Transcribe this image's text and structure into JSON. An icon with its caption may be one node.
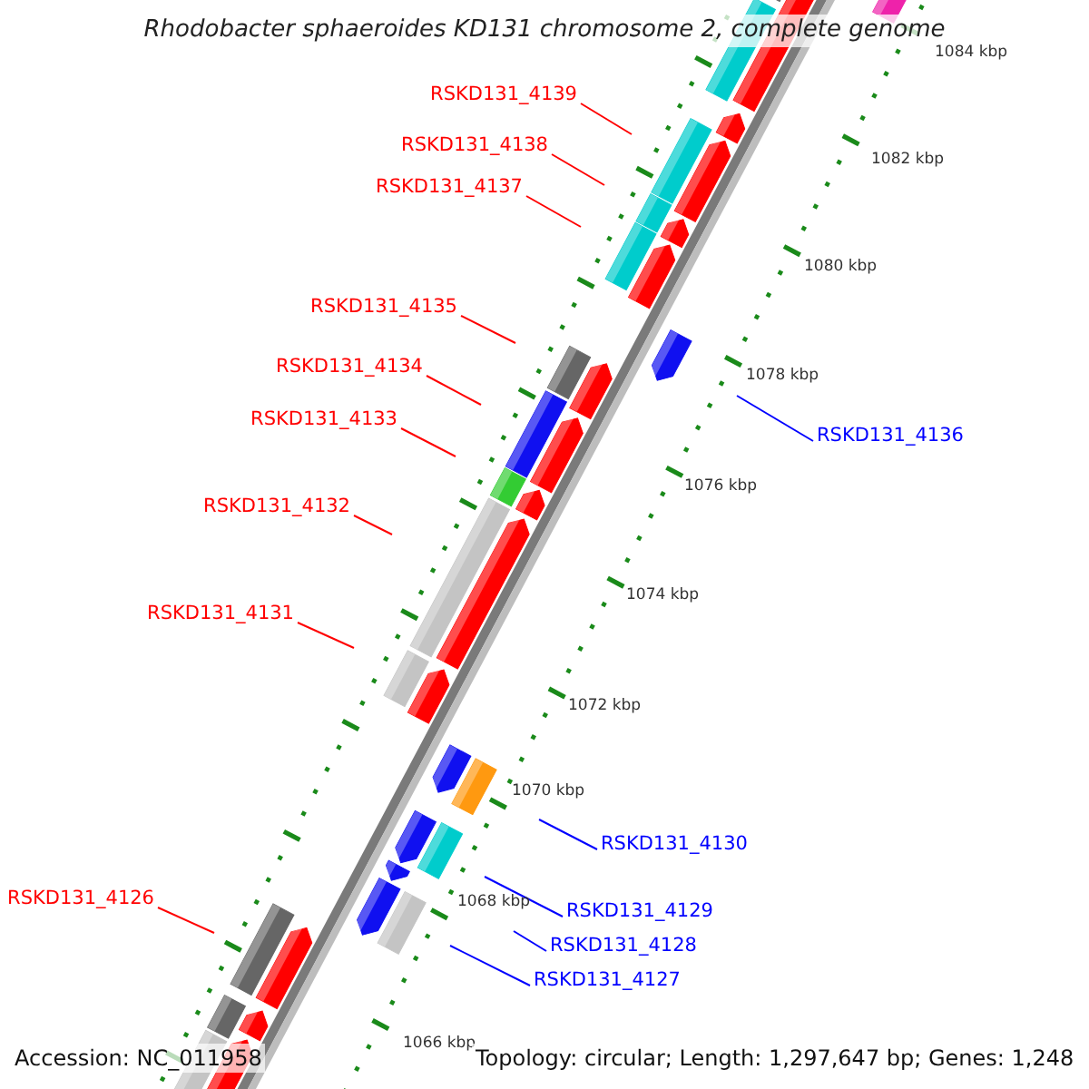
{
  "diagram": {
    "title": "Rhodobacter sphaeroides KD131 chromosome 2, complete genome",
    "nodes": [
      {
        "text": [
          "RSKD131_4139"
        ]
      },
      {
        "text": [
          "RSKD131_4138"
        ]
      },
      {
        "text": [
          "RSKD131_4137"
        ]
      },
      {
        "text": [
          "RSKD131_4135"
        ]
      },
      {
        "text": [
          "RSKD131_4134"
        ]
      },
      {
        "text": [
          "RSKD131_4133"
        ]
      },
      {
        "text": [
          "RSKD131_4136"
        ]
      },
      {
        "text": [
          "RSKD131_4132"
        ]
      },
      {
        "text": [
          "RSKD131_4131"
        ]
      },
      {
        "text": [
          "RSKD131_4130"
        ]
      },
      {
        "text": [
          "RSKD131_4126"
        ]
      },
      {
        "text": [
          "RSKD131_4129"
        ]
      },
      {
        "text": [
          "RSKD131_4128"
        ]
      },
      {
        "text": [
          "RSKD131_4127"
        ]
      }
    ],
    "edges": [
      {
        "from": 0,
        "to": null,
        "arrow": "none"
      },
      {
        "from": 1,
        "to": null,
        "arrow": "none"
      },
      {
        "from": 2,
        "to": null,
        "arrow": "none"
      },
      {
        "from": 3,
        "to": null,
        "arrow": "none"
      },
      {
        "from": 4,
        "to": null,
        "arrow": "none"
      },
      {
        "from": 5,
        "to": null,
        "arrow": "none"
      },
      {
        "from": 6,
        "to": null,
        "arrow": "none",
        "color": "#0000ff"
      },
      {
        "from": 7,
        "to": null,
        "arrow": "none"
      },
      {
        "from": 8,
        "to": null,
        "arrow": "none"
      },
      {
        "from": 9,
        "to": null,
        "arrow": "none",
        "color": "#0000ff"
      },
      {
        "from": 10,
        "to": null,
        "arrow": "none"
      },
      {
        "from": 11,
        "to": null,
        "arrow": "none",
        "color": "#0000ff"
      },
      {
        "from": 12,
        "to": null,
        "arrow": "none",
        "color": "#0000ff"
      },
      {
        "from": 13,
        "to": null,
        "arrow": "none",
        "color": "#0000ff"
      }
    ],
    "labels": [
      "1084 kbp",
      "1082 kbp",
      "1080 kbp",
      "1078 kbp",
      "1076 kbp",
      "1074 kbp",
      "1072 kbp",
      "1070 kbp",
      "1068 kbp",
      "1066 kbp",
      "Accession: NC_011958",
      "Topology: circular; Length: 1,297,647 bp; Genes: 1,248"
    ]
  }
}
